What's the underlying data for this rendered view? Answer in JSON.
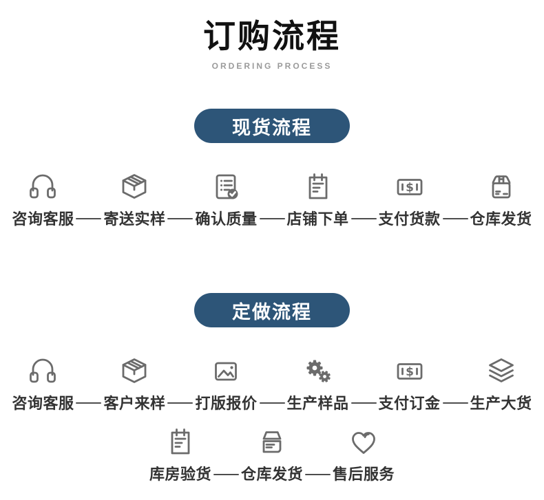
{
  "page": {
    "title": "订购流程",
    "subtitle": "ORDERING PROCESS"
  },
  "colors": {
    "badge_bg": "#2d5578",
    "badge_text": "#ffffff",
    "icon": "#6b6b6b",
    "label": "#333333",
    "connector": "#4d4d4d",
    "title": "#111111",
    "subtitle": "#9a9a9a"
  },
  "sections": [
    {
      "badge": "现货流程",
      "rows": [
        {
          "steps": [
            {
              "icon": "headset-icon",
              "label": "咨询客服"
            },
            {
              "icon": "package-box-icon",
              "label": "寄送实样"
            },
            {
              "icon": "document-check-icon",
              "label": "确认质量"
            },
            {
              "icon": "clipboard-icon",
              "label": "店铺下单"
            },
            {
              "icon": "banknote-icon",
              "label": "支付货款"
            },
            {
              "icon": "parcel-icon",
              "label": "仓库发货"
            }
          ]
        }
      ]
    },
    {
      "badge": "定做流程",
      "rows": [
        {
          "steps": [
            {
              "icon": "headset-icon",
              "label": "咨询客服"
            },
            {
              "icon": "package-box-icon",
              "label": "客户来样"
            },
            {
              "icon": "image-icon",
              "label": "打版报价"
            },
            {
              "icon": "gears-icon",
              "label": "生产样品"
            },
            {
              "icon": "banknote-icon",
              "label": "支付订金"
            },
            {
              "icon": "layers-icon",
              "label": "生产大货"
            }
          ]
        },
        {
          "steps": [
            {
              "icon": "clipboard-icon",
              "label": "库房验货"
            },
            {
              "icon": "shipping-box-icon",
              "label": "仓库发货"
            },
            {
              "icon": "heart-icon",
              "label": "售后服务"
            }
          ]
        }
      ]
    }
  ]
}
